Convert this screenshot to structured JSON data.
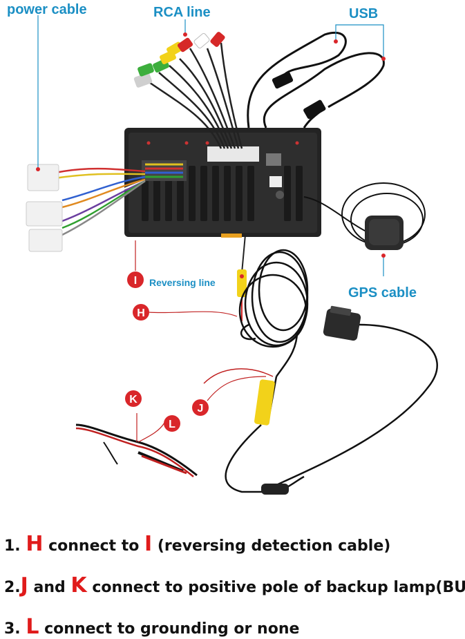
{
  "callouts": {
    "power_cable": "power cable",
    "rca_line": "RCA line",
    "usb": "USB",
    "reversing_line": "Reversing line",
    "gps_cable": "GPS cable"
  },
  "badges": {
    "h": "H",
    "i": "I",
    "j": "J",
    "k": "K",
    "l": "L"
  },
  "notes": [
    {
      "num": "1.",
      "a": "H",
      "mid": " connect to ",
      "b": "I",
      "rest": " (reversing detection cable)"
    },
    {
      "num": "2.",
      "a": "J",
      "mid": " and ",
      "b": "K",
      "rest": " connect to positive pole of backup lamp(BUL)"
    },
    {
      "num": "3.",
      "a": "L",
      "mid": "",
      "b": "",
      "rest": " connect to grounding or none"
    }
  ],
  "colors": {
    "callout": "#1b8fc4",
    "badge": "#d9262a",
    "highlight": "#e01b1b",
    "rca_yellow": "#f2d21a",
    "rca_red": "#d62828",
    "rca_green": "#3cae3c"
  }
}
